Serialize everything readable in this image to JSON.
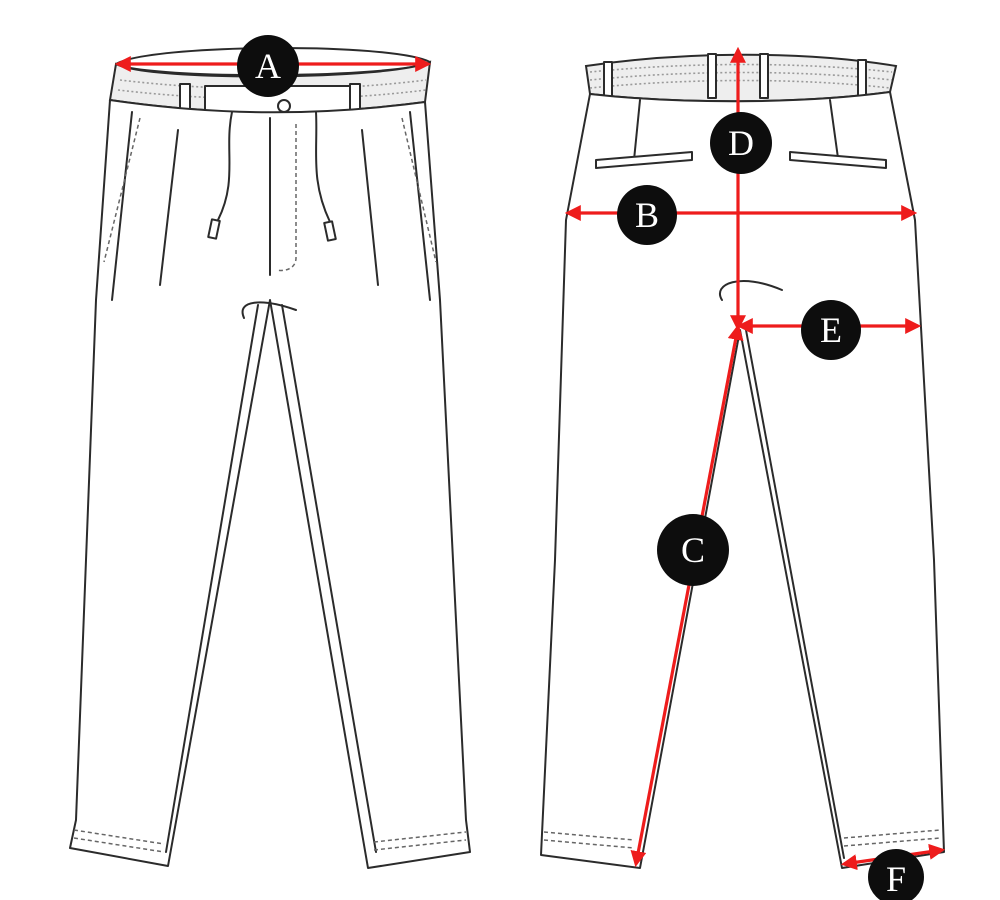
{
  "colors": {
    "measure": "#ee1c1c",
    "badge": "#0d0d0d",
    "badge_text": "#ffffff"
  },
  "measurements": [
    {
      "id": "a",
      "label": "A"
    },
    {
      "id": "b",
      "label": "B"
    },
    {
      "id": "c",
      "label": "C"
    },
    {
      "id": "d",
      "label": "D"
    },
    {
      "id": "e",
      "label": "E"
    },
    {
      "id": "f",
      "label": "F"
    }
  ]
}
